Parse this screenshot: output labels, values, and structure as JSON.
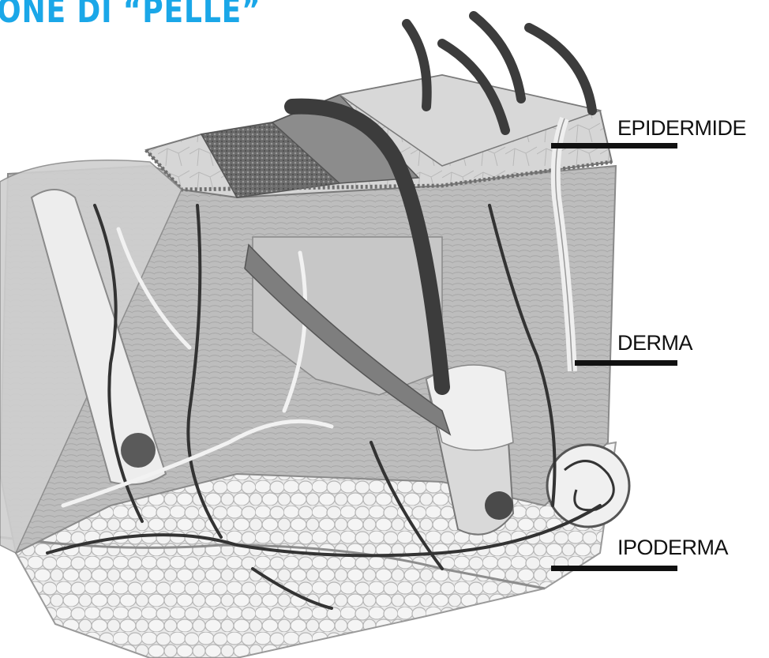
{
  "title": "ONE DI “PELLE”",
  "colors": {
    "title": "#1aa7e8",
    "ink": "#111111"
  },
  "labels": {
    "epidermis": "EPIDERMIDE",
    "dermis": "DERMA",
    "hypodermis": "IPODERMA"
  }
}
